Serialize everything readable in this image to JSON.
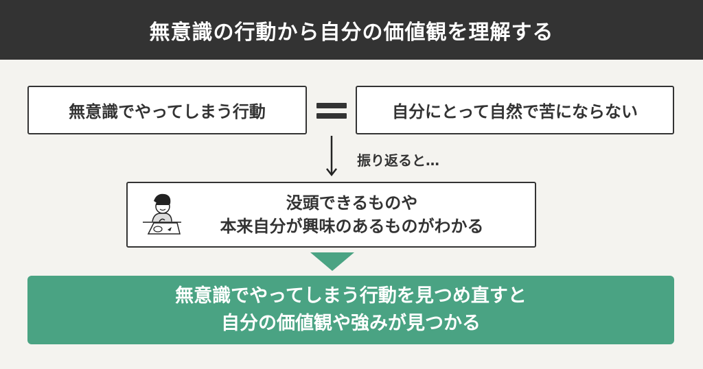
{
  "header": {
    "title": "無意識の行動から自分の価値観を理解する"
  },
  "equation": {
    "left": "無意識でやってしまう行動",
    "operator_icon": "equals-icon",
    "right": "自分にとって自然で苦にならない"
  },
  "transition": {
    "arrow_icon": "arrow-down-icon",
    "label": "振り返ると…"
  },
  "insight": {
    "icon": "child-drawing-illustration",
    "line1": "没頭できるものや",
    "line2": "本来自分が興味のあるものがわかる"
  },
  "conclusion": {
    "triangle_icon": "triangle-down-icon",
    "line1": "無意識でやってしまう行動を見つめ直すと",
    "line2": "自分の価値観や強みが見つかる"
  },
  "colors": {
    "header_bg": "#333333",
    "background": "#f4f3ef",
    "accent_green": "#4aa383",
    "text": "#333333"
  }
}
